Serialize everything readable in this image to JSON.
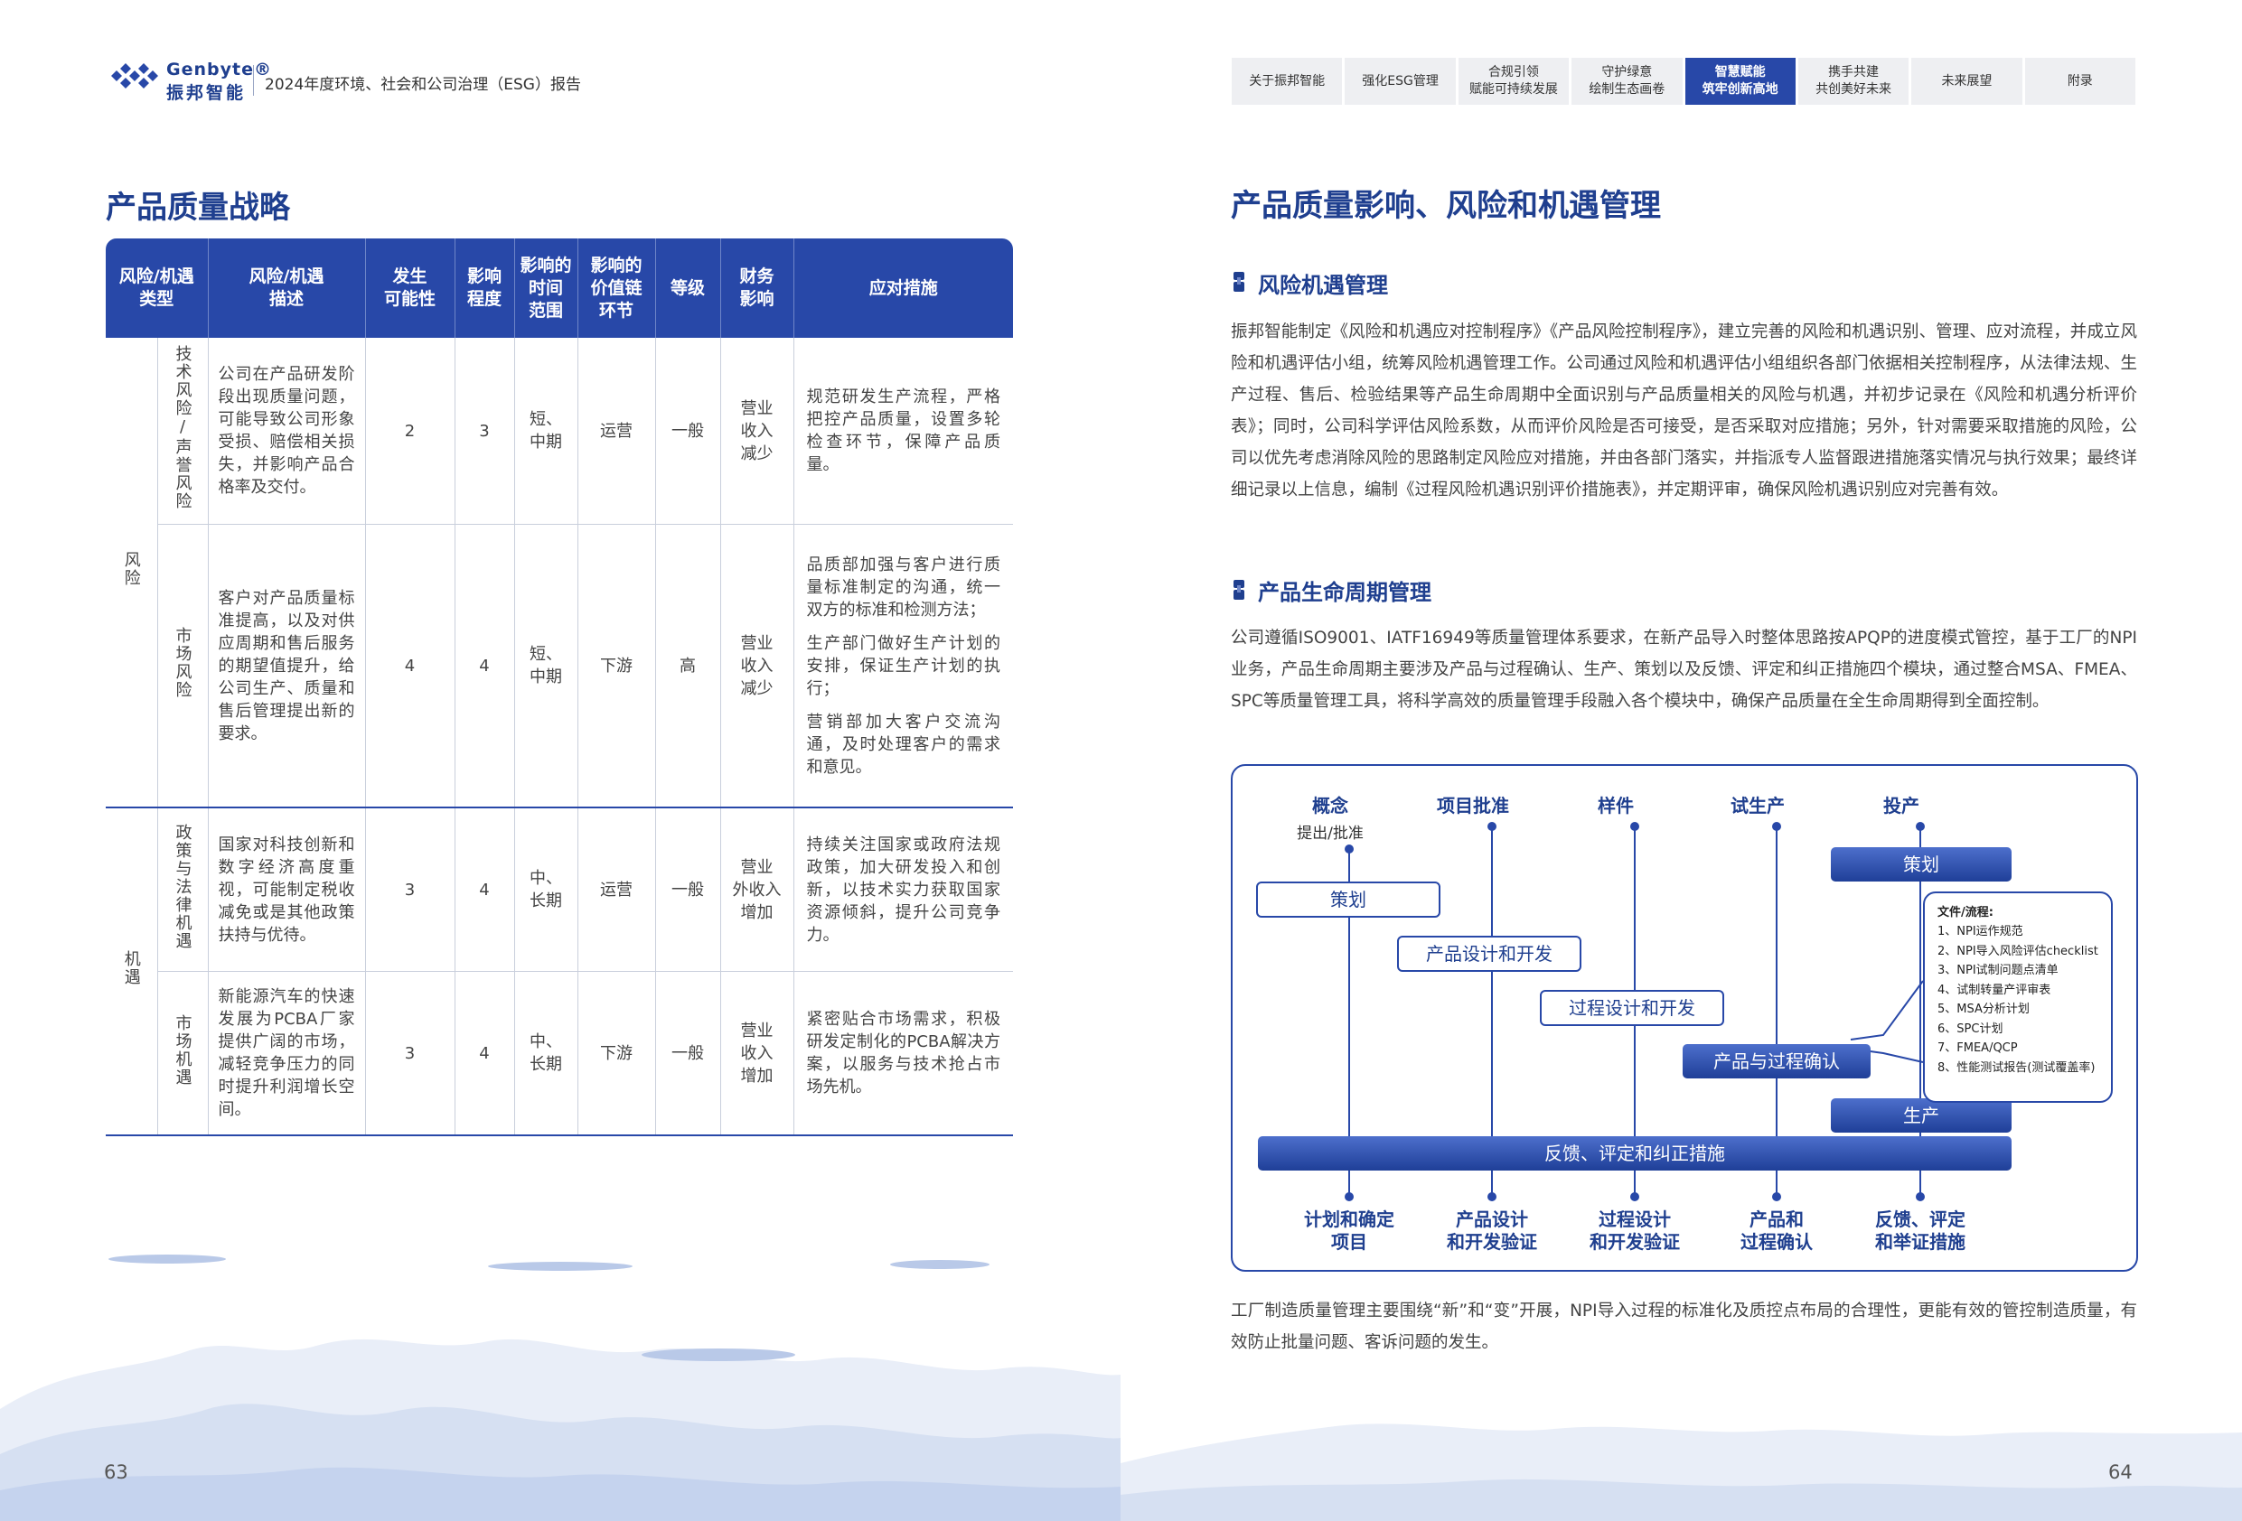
{
  "header": {
    "brand_en": "Genbyte®",
    "brand_cn": "振邦智能",
    "report_title": "2024年度环境、社会和公司治理（ESG）报告",
    "nav": [
      {
        "line1": "关于振邦智能",
        "line2": "",
        "active": false
      },
      {
        "line1": "强化ESG管理",
        "line2": "",
        "active": false
      },
      {
        "line1": "合规引领",
        "line2": "赋能可持续发展",
        "active": false
      },
      {
        "line1": "守护绿意",
        "line2": "绘制生态画卷",
        "active": false
      },
      {
        "line1": "智慧赋能",
        "line2": "筑牢创新高地",
        "active": true
      },
      {
        "line1": "携手共建",
        "line2": "共创美好未来",
        "active": false
      },
      {
        "line1": "未来展望",
        "line2": "",
        "active": false
      },
      {
        "line1": "附录",
        "line2": "",
        "active": false
      }
    ]
  },
  "left": {
    "title": "产品质量战略",
    "table": {
      "headers": [
        "风险/机遇\n类型",
        "风险/机遇\n描述",
        "发生\n可能性",
        "影响\n程度",
        "影响的\n时间\n范围",
        "影响的\n价值链\n环节",
        "等级",
        "财务\n影响",
        "应对措施"
      ],
      "groups": [
        "风险",
        "机遇"
      ],
      "rows": [
        {
          "subtype": "技术风险/声誉风险",
          "desc": "公司在产品研发阶段出现质量问题，可能导致公司形象受损、赔偿相关损失，并影响产品合格率及交付。",
          "likelihood": "2",
          "impact": "3",
          "time": "短、\n中期",
          "chain": "运营",
          "level": "一般",
          "finance": "营业\n收入\n减少",
          "measures": [
            "规范研发生产流程，严格把控产品质量，设置多轮检查环节，保障产品质量。"
          ]
        },
        {
          "subtype": "市场风险",
          "desc": "客户对产品质量标准提高，以及对供应周期和售后服务的期望值提升，给公司生产、质量和售后管理提出新的要求。",
          "likelihood": "4",
          "impact": "4",
          "time": "短、\n中期",
          "chain": "下游",
          "level": "高",
          "finance": "营业\n收入\n减少",
          "measures": [
            "品质部加强与客户进行质量标准制定的沟通，统一双方的标准和检测方法；",
            "生产部门做好生产计划的安排，保证生产计划的执行；",
            "营销部加大客户交流沟通，及时处理客户的需求和意见。"
          ]
        },
        {
          "subtype": "政策与法律机遇",
          "desc": "国家对科技创新和数字经济高度重视，可能制定税收减免或是其他政策扶持与优待。",
          "likelihood": "3",
          "impact": "4",
          "time": "中、\n长期",
          "chain": "运营",
          "level": "一般",
          "finance": "营业\n外收入\n增加",
          "measures": [
            "持续关注国家或政府法规政策，加大研发投入和创新，以技术实力获取国家资源倾斜，提升公司竞争力。"
          ]
        },
        {
          "subtype": "市场机遇",
          "desc": "新能源汽车的快速发展为PCBA厂家提供广阔的市场，减轻竞争压力的同时提升利润增长空间。",
          "likelihood": "3",
          "impact": "4",
          "time": "中、\n长期",
          "chain": "下游",
          "level": "一般",
          "finance": "营业\n收入\n增加",
          "measures": [
            "紧密贴合市场需求，积极研发定制化的PCBA解决方案，以服务与技术抢占市场先机。"
          ]
        }
      ]
    },
    "page_number": "63"
  },
  "right": {
    "title": "产品质量影响、风险和机遇管理",
    "sec1": {
      "title": "风险机遇管理",
      "body": "振邦智能制定《风险和机遇应对控制程序》《产品风险控制程序》，建立完善的风险和机遇识别、管理、应对流程，并成立风险和机遇评估小组，统筹风险机遇管理工作。公司通过风险和机遇评估小组组织各部门依据相关控制程序，从法律法规、生产过程、售后、检验结果等产品生命周期中全面识别与产品质量相关的风险与机遇，并初步记录在《风险和机遇分析评价表》；同时，公司科学评估风险系数，从而评价风险是否可接受，是否采取对应措施；另外，针对需要采取措施的风险，公司以优先考虑消除风险的思路制定风险应对措施，并由各部门落实，并指派专人监督跟进措施落实情况与执行效果；最终详细记录以上信息，编制《过程风险机遇识别评价措施表》，并定期评审，确保风险机遇识别应对完善有效。"
    },
    "sec2": {
      "title": "产品生命周期管理",
      "body": "公司遵循ISO9001、IATF16949等质量管理体系要求，在新产品导入时整体思路按APQP的进度模式管控，基于工厂的NPI业务，产品生命周期主要涉及产品与过程确认、生产、策划以及反馈、评定和纠正措施四个模块，通过整合MSA、FMEA、SPC等质量管理工具，将科学高效的质量管理手段融入各个模块中，确保产品质量在全生命周期得到全面控制。"
    },
    "diagram": {
      "stages": [
        "概念",
        "项目批准",
        "样件",
        "试生产",
        "投产"
      ],
      "stage_sub": "提出/批准",
      "boxes": {
        "plan_left": "策划",
        "design": "产品设计和开发",
        "process": "过程设计和开发",
        "confirm": "产品与过程确认",
        "plan_right": "策划",
        "production": "生产",
        "feedback": "反馈、评定和纠正措施"
      },
      "bottom": [
        {
          "l1": "计划和确定",
          "l2": "项目"
        },
        {
          "l1": "产品设计",
          "l2": "和开发验证"
        },
        {
          "l1": "过程设计",
          "l2": "和开发验证"
        },
        {
          "l1": "产品和",
          "l2": "过程确认"
        },
        {
          "l1": "反馈、评定",
          "l2": "和举证措施"
        }
      ],
      "docs_title": "文件/流程:",
      "docs": [
        "1、NPI运作规范",
        "2、NPI导入风险评估checklist",
        "3、NPI试制问题点清单",
        "4、试制转量产评审表",
        "5、MSA分析计划",
        "6、SPC计划",
        "7、FMEA/QCP",
        "8、性能测试报告(测试覆盖率)"
      ]
    },
    "closing": "工厂制造质量管理主要围绕“新”和“变”开展，NPI导入过程的标准化及质控点布局的合理性，更能有效的管控制造质量，有效防止批量问题、客诉问题的发生。",
    "page_number": "64"
  },
  "colors": {
    "brand": "#1f3f8f",
    "accent": "#2848a8"
  }
}
